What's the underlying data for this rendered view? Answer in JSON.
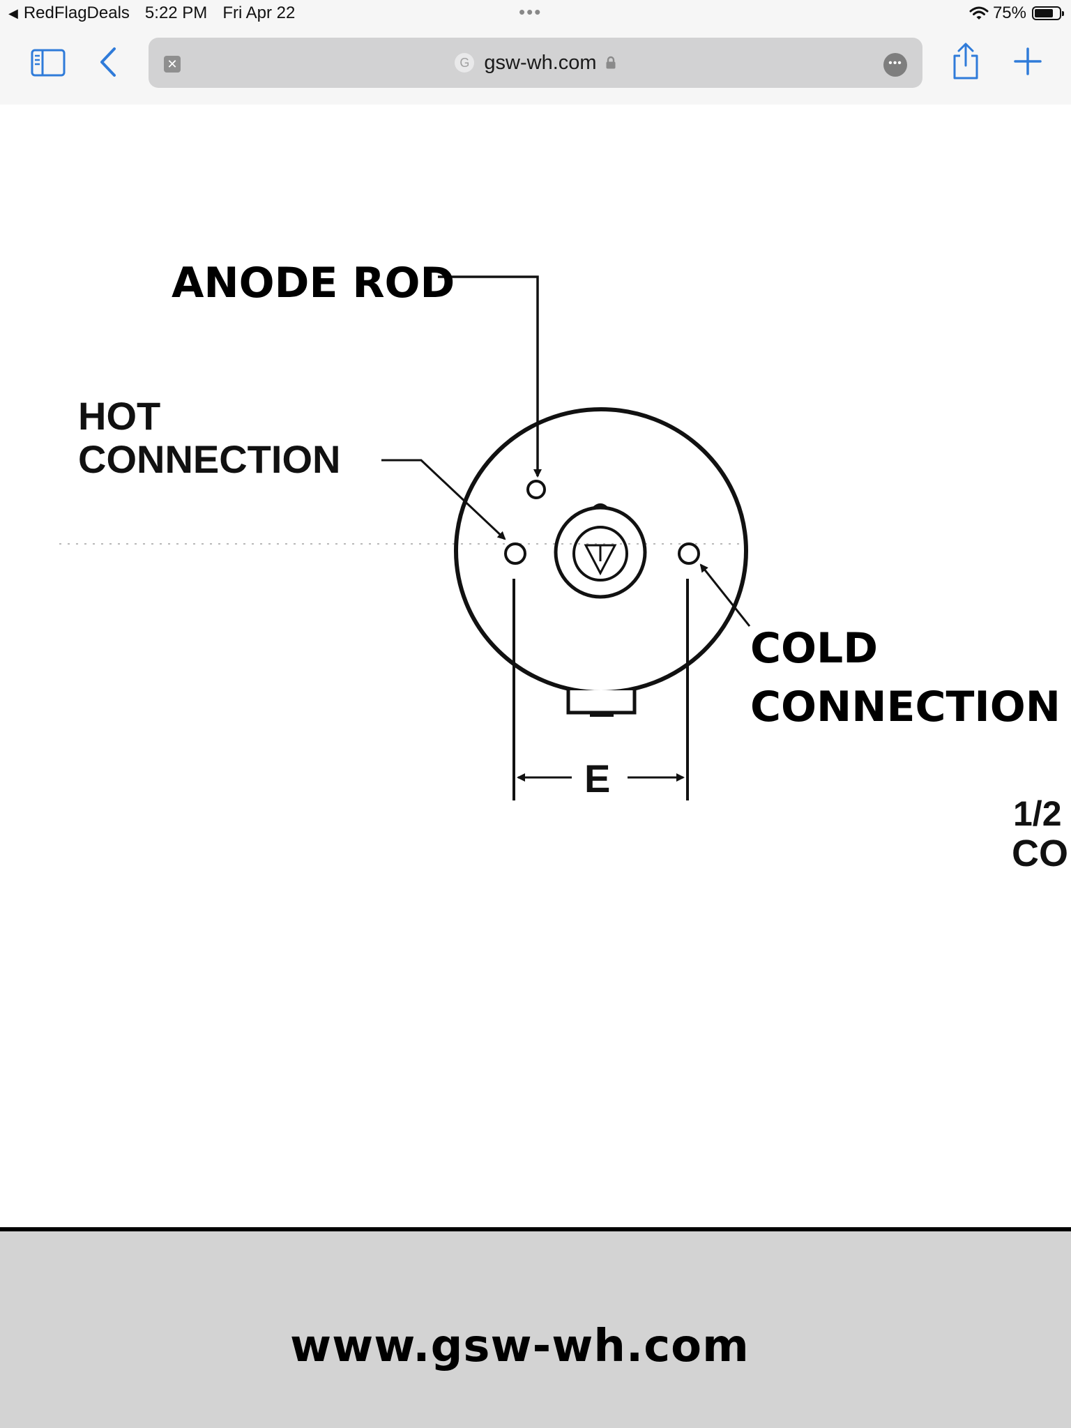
{
  "status_bar": {
    "back_app": "RedFlagDeals",
    "time": "5:22 PM",
    "date": "Fri Apr 22",
    "battery_percent": "75%",
    "battery_level": 0.75
  },
  "toolbar": {
    "address": {
      "favicon_letter": "G",
      "url": "gsw-wh.com",
      "close_glyph": "✕",
      "more_glyph": "•••"
    },
    "icons": [
      "sidebar-icon",
      "chevron-left-icon",
      "share-icon",
      "plus-icon",
      "lock-icon",
      "wifi-icon",
      "battery-icon"
    ]
  },
  "diagram": {
    "anode_label": "ANODE ROD",
    "hot_label_line1": "HOT",
    "hot_label_line2": "CONNECTION",
    "cold_label_line1": "COLD",
    "cold_label_line2": "CONNECTION",
    "dimension_label": "E",
    "cut_label_line1": "1/2",
    "cut_label_line2": "CO"
  },
  "footer": {
    "site_url": "www.gsw-wh.com"
  },
  "colors": {
    "accent": "#2f7bd9",
    "chrome_bg": "#f6f6f6",
    "address_bg": "#d2d2d3",
    "footer_bg": "#d3d3d3"
  }
}
